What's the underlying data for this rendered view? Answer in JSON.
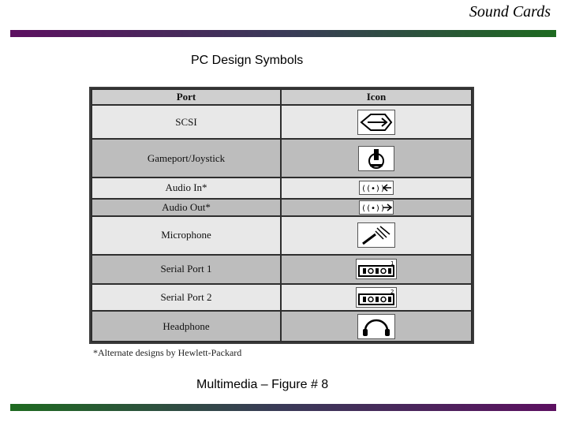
{
  "header": {
    "title": "Sound Cards"
  },
  "slide": {
    "title": "PC Design Symbols",
    "caption": "Multimedia – Figure # 8"
  },
  "table": {
    "columns": [
      "Port",
      "Icon"
    ],
    "rows": [
      {
        "port": "SCSI",
        "icon": "scsi-icon"
      },
      {
        "port": "Gameport/Joystick",
        "icon": "joystick-icon"
      },
      {
        "port": "Audio In*",
        "icon": "audio-in-icon"
      },
      {
        "port": "Audio Out*",
        "icon": "audio-out-icon"
      },
      {
        "port": "Microphone",
        "icon": "microphone-icon"
      },
      {
        "port": "Serial Port 1",
        "icon": "serial-port-1-icon"
      },
      {
        "port": "Serial Port 2",
        "icon": "serial-port-2-icon"
      },
      {
        "port": "Headphone",
        "icon": "headphone-icon"
      }
    ],
    "serial_numbers": [
      "1",
      "2"
    ],
    "footnote": "*Alternate designs by Hewlett-Packard"
  }
}
